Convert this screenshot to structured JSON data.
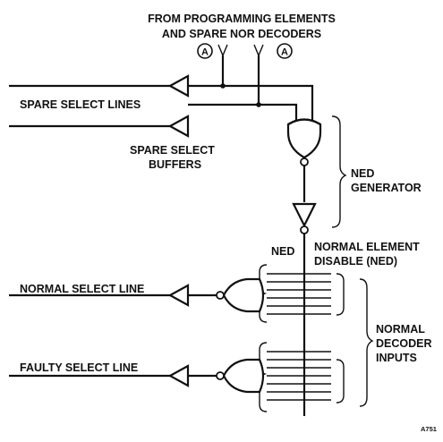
{
  "labels": {
    "from_line1": "FROM PROGRAMMING ELEMENTS",
    "from_line2": "AND SPARE NOR DECODERS",
    "marker_a": "A",
    "spare_select_lines": "SPARE SELECT LINES",
    "spare_buffers_line1": "SPARE SELECT",
    "spare_buffers_line2": "BUFFERS",
    "ned_gen_line1": "NED",
    "ned_gen_line2": "GENERATOR",
    "ned_top": "NED",
    "normal_disable_line1": "NORMAL ELEMENT",
    "normal_disable_line2": "DISABLE (NED)",
    "normal_select_line": "NORMAL SELECT LINE",
    "faulty_select_line": "FAULTY SELECT LINE",
    "decoder_line1": "NORMAL",
    "decoder_line2": "DECODER",
    "decoder_line3": "INPUTS",
    "figure_code": "A751"
  },
  "colors": {
    "ink": "#111111",
    "paper": "#ffffff"
  }
}
